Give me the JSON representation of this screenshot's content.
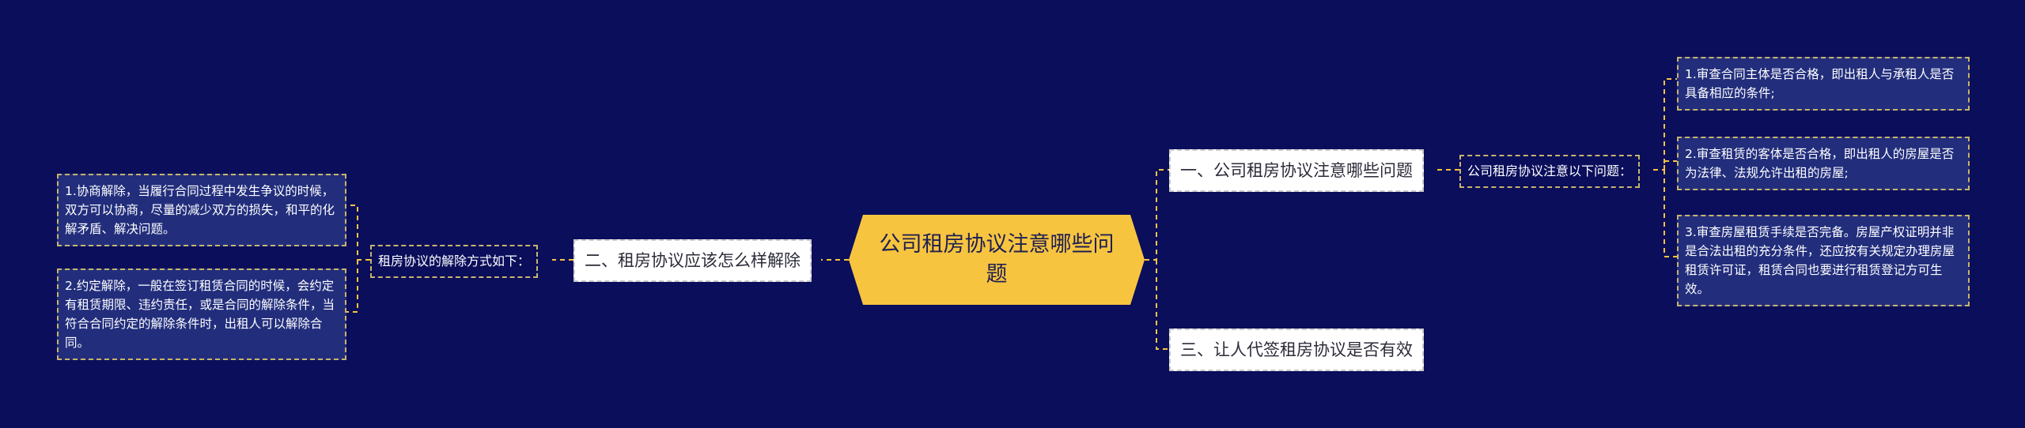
{
  "colors": {
    "background": "#0a0e5b",
    "center_fill": "#f7c440",
    "connector": "#f7c440",
    "leaf_fill": "#222e7c",
    "leaf_border": "#c9b46a",
    "topic_fill": "#ffffff"
  },
  "center": {
    "title": "公司租房协议注意哪些问题"
  },
  "right": {
    "topic1": {
      "label": "一、公司租房协议注意哪些问题",
      "sub_label": "公司租房协议注意以下问题：",
      "items": [
        "1.审查合同主体是否合格，即出租人与承租人是否具备相应的条件;",
        "2.审查租赁的客体是否合格，即出租人的房屋是否为法律、法规允许出租的房屋;",
        "3.审查房屋租赁手续是否完备。房屋产权证明并非是合法出租的充分条件，还应按有关规定办理房屋租赁许可证，租赁合同也要进行租赁登记方可生效。"
      ]
    },
    "topic3": {
      "label": "三、让人代签租房协议是否有效"
    }
  },
  "left": {
    "topic2": {
      "label": "二、租房协议应该怎么样解除",
      "sub_label": "租房协议的解除方式如下：",
      "items": [
        "1.协商解除，当履行合同过程中发生争议的时候，双方可以协商，尽量的减少双方的损失，和平的化解矛盾、解决问题。",
        "2.约定解除，一般在签订租赁合同的时候，会约定有租赁期限、违约责任，或是合同的解除条件，当符合合同约定的解除条件时，出租人可以解除合同。"
      ]
    }
  }
}
